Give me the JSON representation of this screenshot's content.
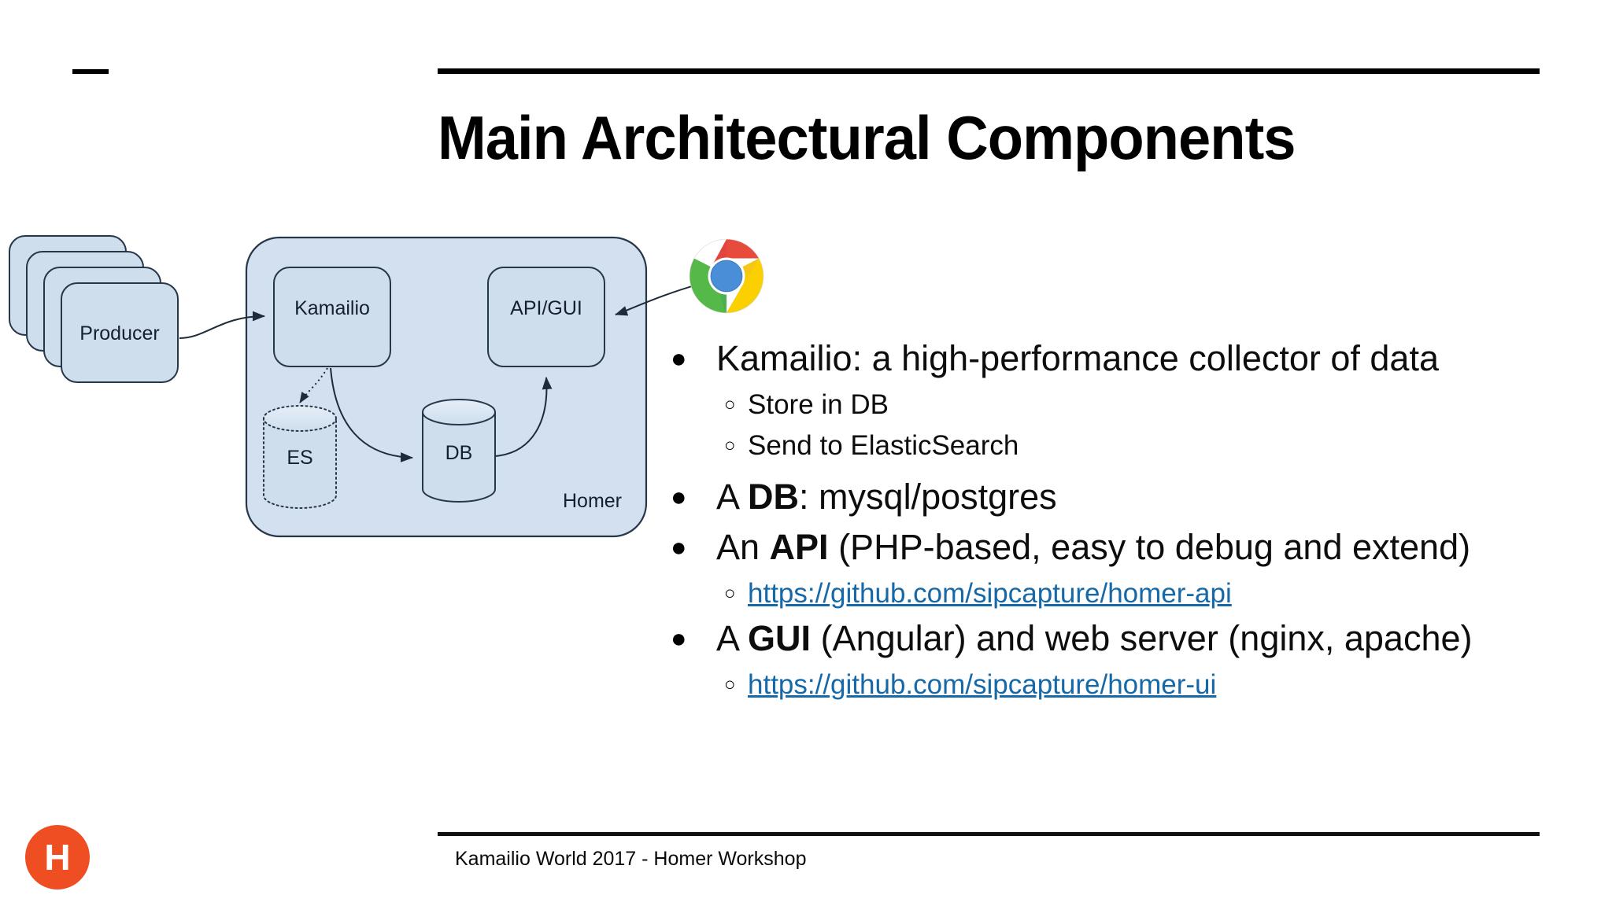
{
  "slide": {
    "title": "Main Architectural Components",
    "footer": "Kamailio World 2017 - Homer Workshop",
    "logo_letter": "H",
    "logo_color": "#ef4e23",
    "link_color": "#1569a8",
    "rule_color": "#000000"
  },
  "diagram": {
    "producer_label": "Producer",
    "producer_stack_count": 4,
    "container_label": "Homer",
    "nodes": [
      {
        "id": "kamailio",
        "label": "Kamailio",
        "shape": "rounded-rect"
      },
      {
        "id": "apigui",
        "label": "API/GUI",
        "shape": "rounded-rect"
      },
      {
        "id": "es",
        "label": "ES",
        "shape": "cylinder-dotted"
      },
      {
        "id": "db",
        "label": "DB",
        "shape": "cylinder-solid"
      }
    ],
    "edges": [
      {
        "from": "producer",
        "to": "kamailio",
        "style": "solid"
      },
      {
        "from": "kamailio",
        "to": "es",
        "style": "dotted"
      },
      {
        "from": "kamailio",
        "to": "db",
        "style": "solid"
      },
      {
        "from": "db",
        "to": "apigui",
        "style": "solid"
      },
      {
        "from": "browser",
        "to": "apigui",
        "style": "solid"
      }
    ],
    "colors": {
      "box_fill": "#cfdeed",
      "box_stroke": "#27374a",
      "container_fill": "#d2e0ef",
      "cylinder_fill": "#cfdeed"
    },
    "browser_icon": "chrome-icon"
  },
  "bullets": [
    {
      "level": 1,
      "marker": "●",
      "segments": [
        {
          "text": "Kamailio: a high-performance collector of data",
          "bold": false
        }
      ]
    },
    {
      "level": 2,
      "marker": "○",
      "segments": [
        {
          "text": "Store in DB",
          "bold": false
        }
      ]
    },
    {
      "level": 2,
      "marker": "○",
      "segments": [
        {
          "text": "Send to ElasticSearch",
          "bold": false
        }
      ]
    },
    {
      "level": 1,
      "marker": "●",
      "segments": [
        {
          "text": "A ",
          "bold": false
        },
        {
          "text": "DB",
          "bold": true
        },
        {
          "text": ": mysql/postgres",
          "bold": false
        }
      ]
    },
    {
      "level": 1,
      "marker": "●",
      "segments": [
        {
          "text": "An ",
          "bold": false
        },
        {
          "text": "API",
          "bold": true
        },
        {
          "text": " (PHP-based, easy to debug and extend)",
          "bold": false
        }
      ]
    },
    {
      "level": 2,
      "marker": "○",
      "segments": [
        {
          "text": "https://github.com/sipcapture/homer-api",
          "bold": false,
          "link": true
        }
      ]
    },
    {
      "level": 1,
      "marker": "●",
      "segments": [
        {
          "text": "A ",
          "bold": false
        },
        {
          "text": "GUI",
          "bold": true
        },
        {
          "text": " (Angular) and web server (nginx, apache)",
          "bold": false
        }
      ]
    },
    {
      "level": 2,
      "marker": "○",
      "segments": [
        {
          "text": "https://github.com/sipcapture/homer-ui",
          "bold": false,
          "link": true
        }
      ]
    }
  ]
}
